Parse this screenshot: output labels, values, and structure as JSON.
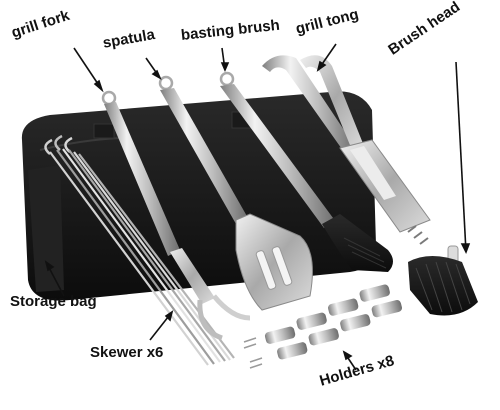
{
  "labels": {
    "grill_fork": "grill fork",
    "spatula": "spatula",
    "basting_brush": "basting brush",
    "grill_tong": "grill tong",
    "brush_head": "Brush head",
    "storage_bag": "Storage bag",
    "skewer": "Skewer  x6",
    "holders": "Holders  x8"
  },
  "colors": {
    "bag": "#141414",
    "steel_light": "#e6e6e6",
    "steel_dark": "#8a8a8a",
    "bristle": "#1b1b1b",
    "arrow": "#111111",
    "background": "#ffffff"
  }
}
